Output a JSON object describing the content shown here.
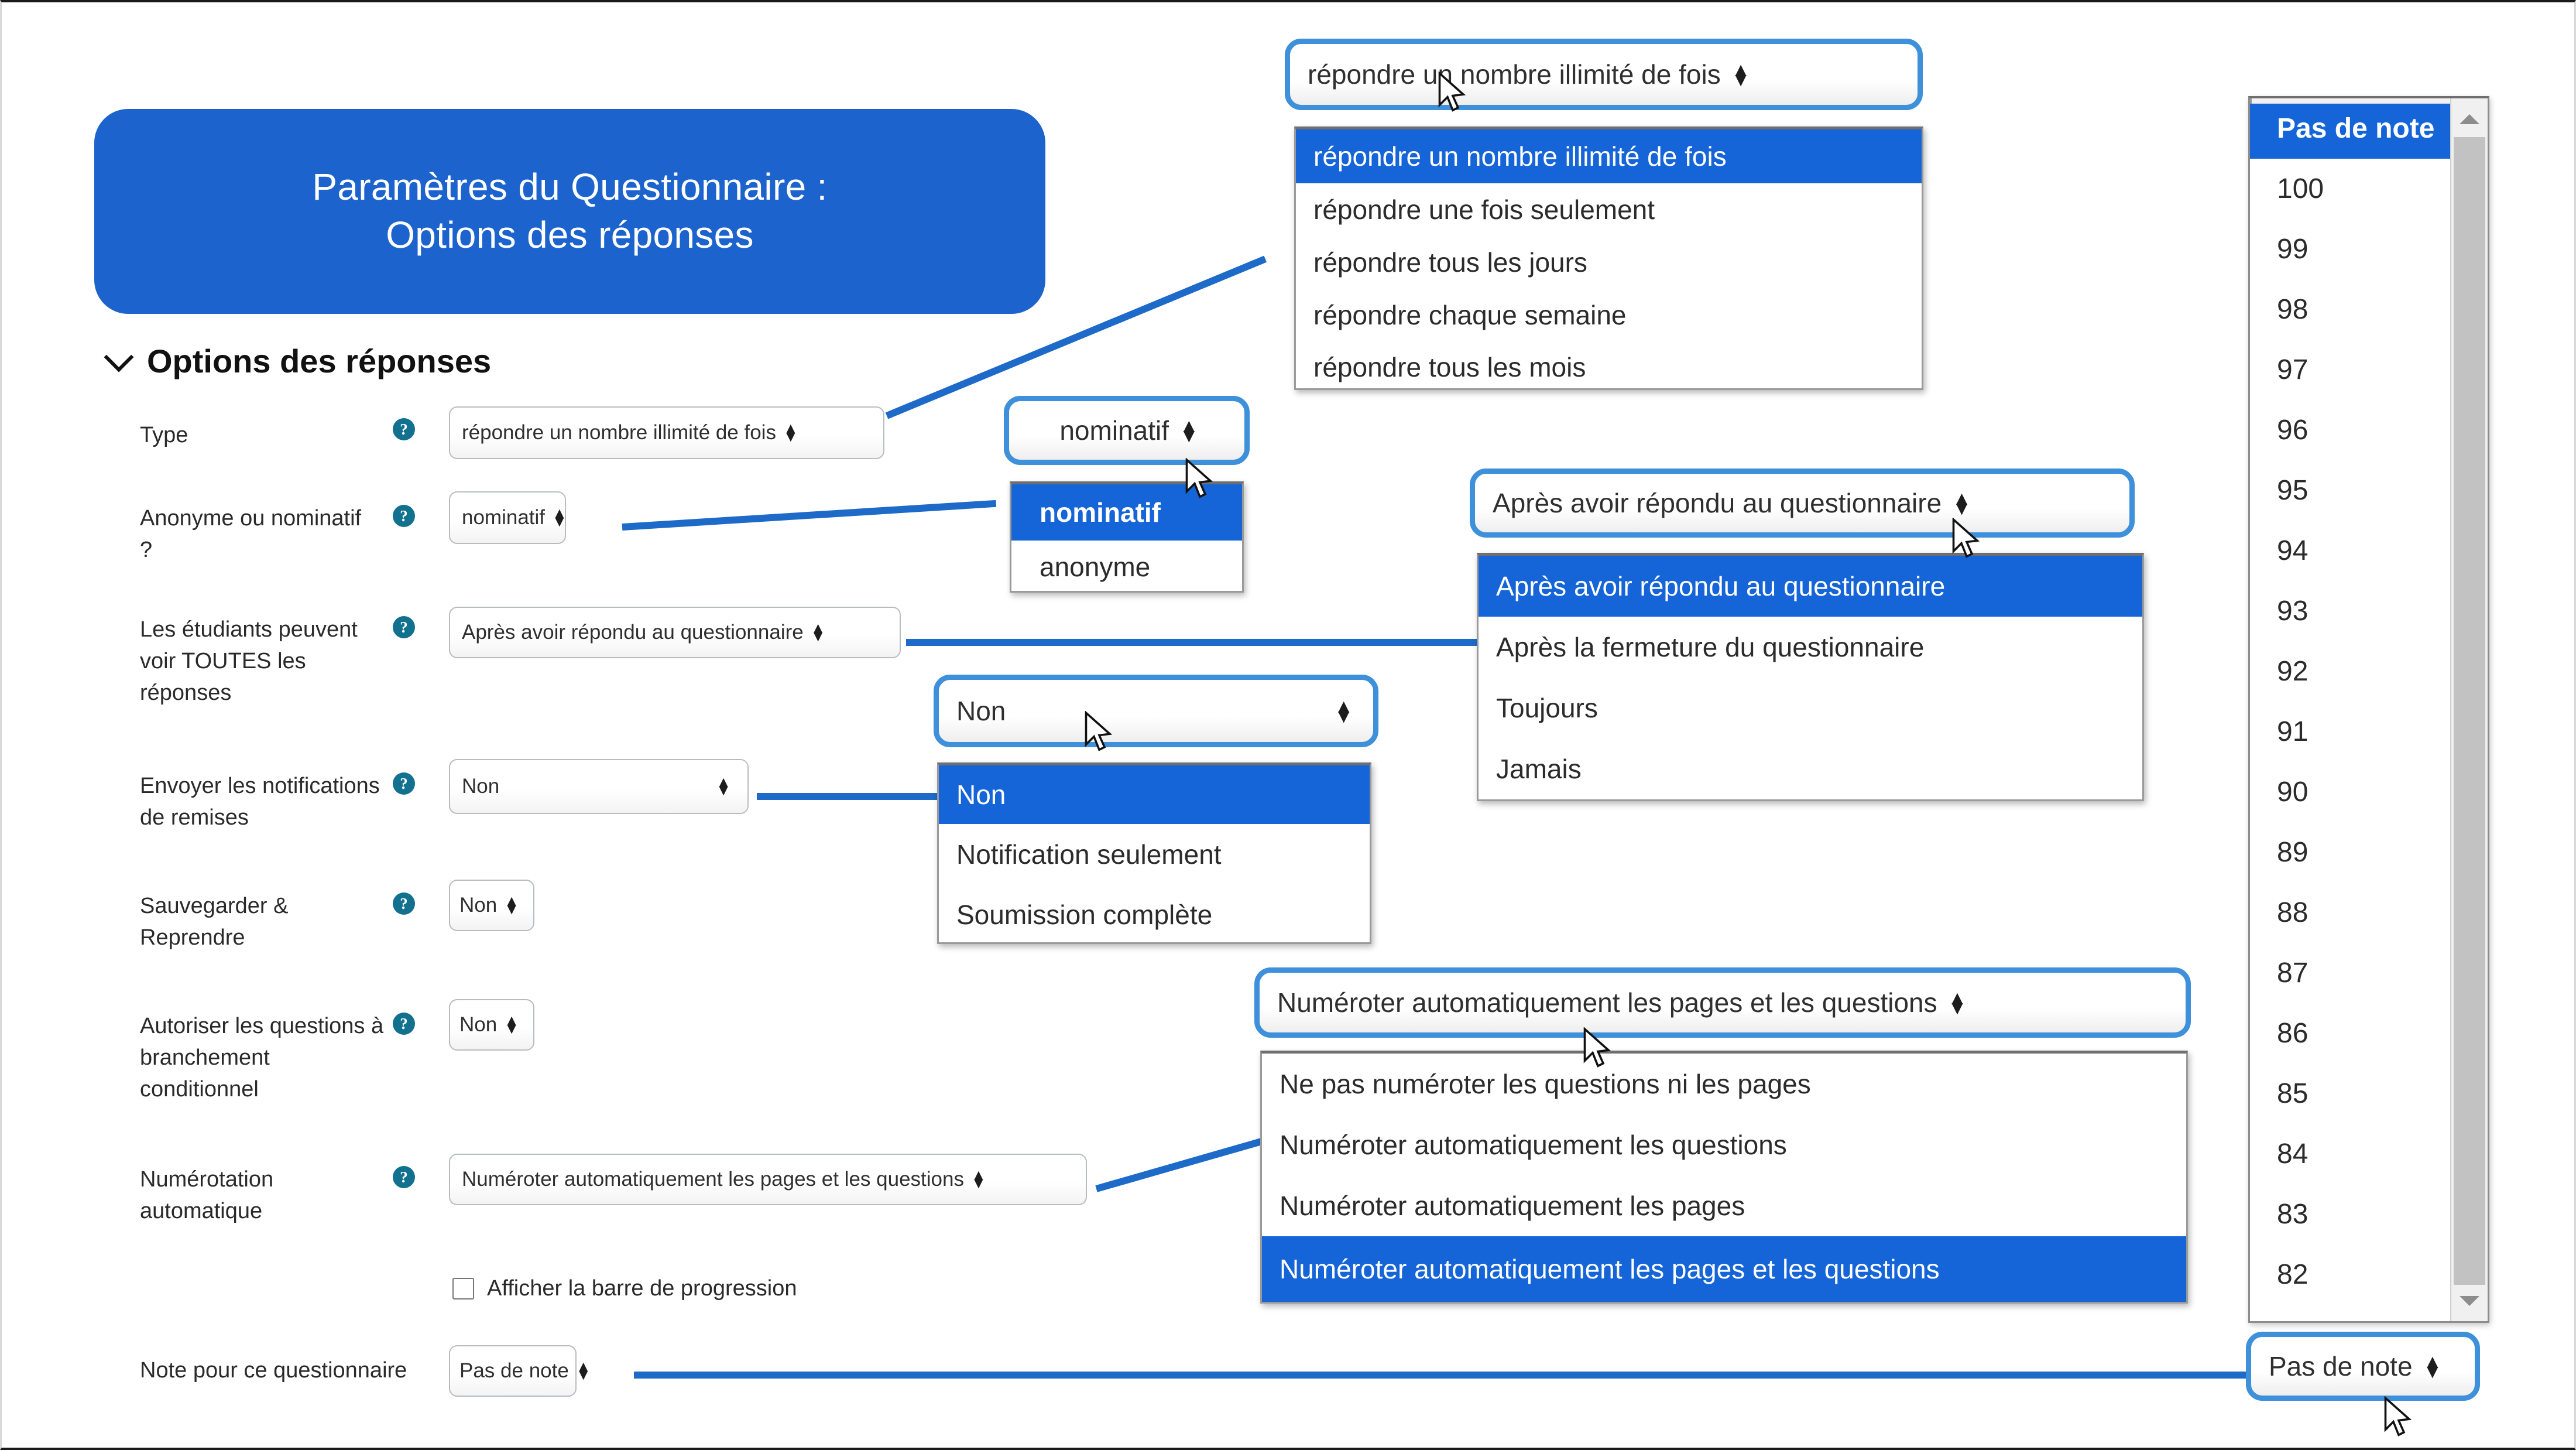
{
  "title": {
    "line1": "Paramètres du Questionnaire :",
    "line2": "Options des réponses"
  },
  "section": {
    "heading": "Options des réponses"
  },
  "colors": {
    "banner_blue": "#1c63ce",
    "highlight_blue": "#1565d8",
    "ring_blue": "#3d90d9",
    "connector_blue": "#1d6ac8",
    "help_icon_teal": "#11718e"
  },
  "help_icon_glyph": "?",
  "form": {
    "rows": [
      {
        "label": "Type",
        "value": "répondre un nombre illimité de fois"
      },
      {
        "label": "Anonyme ou nominatif ?",
        "value": "nominatif"
      },
      {
        "label": "Les étudiants peuvent voir TOUTES les réponses",
        "value": "Après avoir répondu au questionnaire"
      },
      {
        "label": "Envoyer les notifications de remises",
        "value": "Non"
      },
      {
        "label": "Sauvegarder & Reprendre",
        "value": "Non"
      },
      {
        "label": "Autoriser les questions à branchement conditionnel",
        "value": "Non"
      },
      {
        "label": "Numérotation automatique",
        "value": "Numéroter automatiquement les pages et les questions"
      }
    ],
    "checkbox": {
      "label": "Afficher la barre de progression",
      "checked": false
    },
    "grade_row": {
      "label": "Note pour ce questionnaire",
      "value": "Pas de note"
    }
  },
  "callouts": {
    "type": {
      "value": "répondre un nombre illimité de fois",
      "options": [
        "répondre un nombre illimité de fois",
        "répondre une fois seulement",
        "répondre tous les jours",
        "répondre chaque semaine",
        "répondre tous les mois"
      ],
      "selected_index": 0
    },
    "anonymous": {
      "value": "nominatif",
      "options": [
        "nominatif",
        "anonyme"
      ],
      "selected_index": 0
    },
    "view_all": {
      "value": "Après avoir répondu au questionnaire",
      "options": [
        "Après avoir répondu au questionnaire",
        "Après la fermeture du questionnaire",
        "Toujours",
        "Jamais"
      ],
      "selected_index": 0
    },
    "notifications": {
      "value": "Non",
      "options": [
        "Non",
        "Notification seulement",
        "Soumission complète"
      ],
      "selected_index": 0
    },
    "numbering": {
      "value": "Numéroter automatiquement les pages et les questions",
      "options": [
        "Ne pas numéroter les questions ni les pages",
        "Numéroter automatiquement les questions",
        "Numéroter automatiquement les pages",
        "Numéroter automatiquement les pages et les questions"
      ],
      "selected_index": 3
    },
    "grade": {
      "value": "Pas de note",
      "options": [
        "Pas de note",
        "100",
        "99",
        "98",
        "97",
        "96",
        "95",
        "94",
        "93",
        "92",
        "91",
        "90",
        "89",
        "88",
        "87",
        "86",
        "85",
        "84",
        "83",
        "82"
      ],
      "selected_index": 0
    }
  }
}
